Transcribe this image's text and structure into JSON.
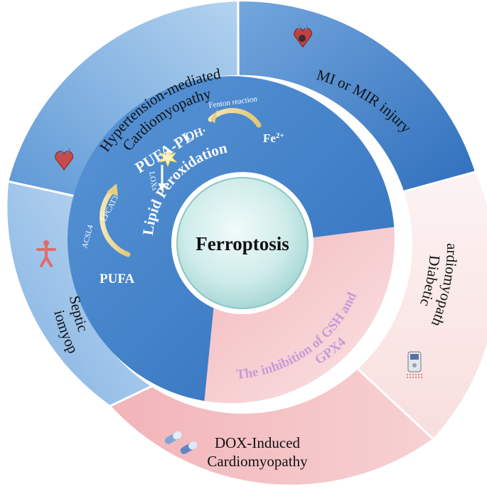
{
  "center": {
    "label": "Ferroptosis"
  },
  "outer_ring": [
    {
      "id": "hypertension",
      "line1": "Hypertension-mediated",
      "line2": "Cardiomyopathy",
      "icon": "heart-icon"
    },
    {
      "id": "mi",
      "line1": "MI or MIR injury",
      "icon": "heart-injury-icon"
    },
    {
      "id": "diabetic",
      "line1": "Diabetic",
      "line2": "Cardiomyopathy",
      "icon": "glucose-meter-icon"
    },
    {
      "id": "dox",
      "line1": "DOX-Induced",
      "line2": "Cardiomyopathy",
      "icon": "capsule-pills-icon"
    },
    {
      "id": "septic",
      "line1": "Septic",
      "line2": "Cardiomyopathy",
      "icon": "human-body-icon"
    }
  ],
  "inner_ring": {
    "lipid": {
      "pufa": "PUFA",
      "pufa_pl": "PUFA-PL",
      "oh": "OH·",
      "fe_base": "Fe",
      "fe_sup": "2+",
      "fenton": "Fenton reaction",
      "acsl4": "ACSL4",
      "lpcat3": "LPCAT3",
      "lox": "LOXs",
      "lipid_peroxidation": "Lipid Peroxidation"
    },
    "gsh": {
      "line1": "The inhibition of GSH and",
      "line2": "GPX4"
    }
  },
  "colors": {
    "outer_blue": "#8db8e4",
    "outer_blue_deep": "#3f7fc8",
    "outer_pink": "#f4c3c6",
    "outer_pale_pink": "#fbe6e6",
    "inner_blue": "#3a7bc5",
    "inner_pink": "#f6c9cb",
    "gsh_text": "#c69bd8",
    "center_teal": "#cdebea"
  }
}
